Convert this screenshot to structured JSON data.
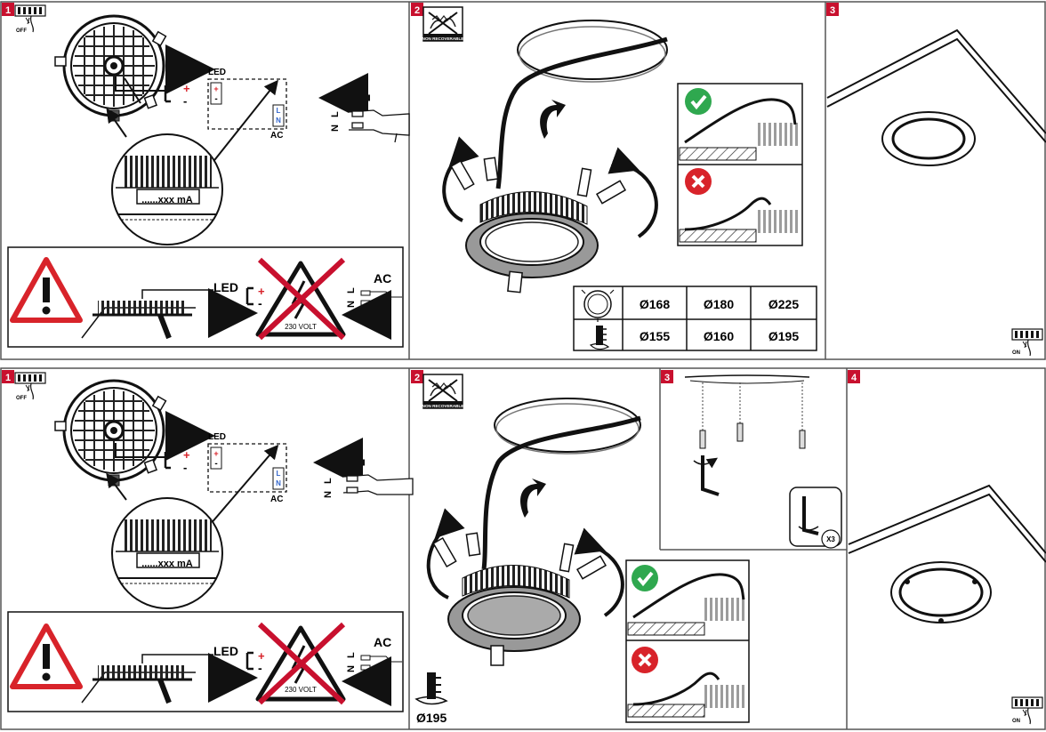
{
  "colors": {
    "step_badge": "#c8102e",
    "ok_green": "#2fa84f",
    "error_red": "#d8232a",
    "cross_red": "#c8102e",
    "line": "#222222",
    "panel_border": "#555555"
  },
  "icons": {
    "switch_off": "breaker-switch-icon",
    "switch_on": "breaker-switch-icon",
    "non_recoverable": "crossed-spring-clip-icon",
    "warning": "warning-triangle-icon",
    "high_voltage": "high-voltage-triangle-icon",
    "ok": "check-circle-icon",
    "wrong": "x-circle-icon",
    "hole_saw": "hole-saw-icon",
    "hex_key": "hex-key-icon"
  },
  "top": {
    "panel1": {
      "step": "1",
      "off_label": "OFF",
      "led_label": "LED",
      "plus": "+",
      "minus": "-",
      "ac_label": "AC",
      "terminal_n": "N",
      "terminal_l": "L",
      "current_label": "......xxx mA",
      "wire_n": "N",
      "wire_l": "L",
      "warn_led": "LED",
      "warn_plus": "+",
      "warn_minus": "-",
      "warn_voltage": "230 VOLT",
      "warn_n": "N",
      "warn_l": "L",
      "warn_ac": "AC"
    },
    "panel2": {
      "step": "2",
      "non_recoverable": "NON RECOVERABLE",
      "sizes": {
        "rows": [
          [
            "Ø168",
            "Ø180",
            "Ø225"
          ],
          [
            "Ø155",
            "Ø160",
            "Ø195"
          ]
        ]
      }
    },
    "panel3": {
      "step": "3",
      "on_label": "ON"
    }
  },
  "bottom": {
    "panel1": {
      "step": "1",
      "off_label": "OFF",
      "led_label": "LED",
      "plus": "+",
      "minus": "-",
      "ac_label": "AC",
      "terminal_n": "N",
      "terminal_l": "L",
      "current_label": "......xxx mA",
      "wire_n": "N",
      "wire_l": "L",
      "warn_led": "LED",
      "warn_plus": "+",
      "warn_minus": "-",
      "warn_voltage": "230 VOLT",
      "warn_n": "N",
      "warn_l": "L",
      "warn_ac": "AC"
    },
    "panel2": {
      "step": "2",
      "non_recoverable": "NON RECOVERABLE",
      "cutout": "Ø195"
    },
    "panel3": {
      "step": "3",
      "times": "X3"
    },
    "panel4": {
      "step": "4",
      "on_label": "ON"
    }
  }
}
